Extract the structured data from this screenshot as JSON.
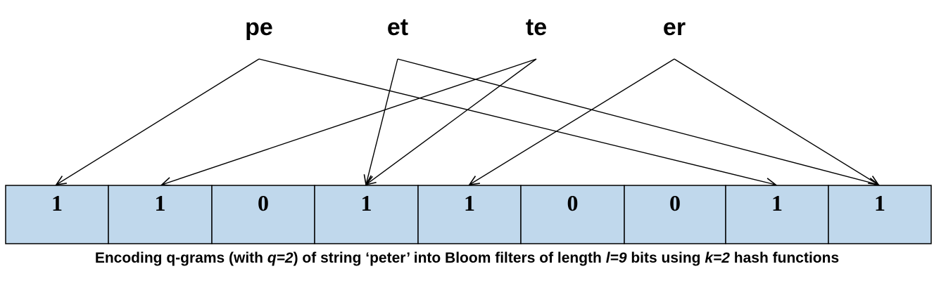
{
  "qgrams": [
    {
      "label": "pe",
      "targets": [
        0,
        7
      ]
    },
    {
      "label": "et",
      "targets": [
        3,
        8
      ]
    },
    {
      "label": "te",
      "targets": [
        1,
        3
      ]
    },
    {
      "label": "er",
      "targets": [
        4,
        8
      ]
    }
  ],
  "bloom_filter": {
    "bits": [
      "1",
      "1",
      "0",
      "1",
      "1",
      "0",
      "0",
      "1",
      "1"
    ]
  },
  "caption": {
    "part1": "Encoding q-grams (with ",
    "q_var": "q=2",
    "part2": ") of string ‘peter’ into Bloom filters of length ",
    "l_var": "l=9",
    "part3": " bits using ",
    "k_var": "k=2",
    "part4": " hash functions"
  }
}
